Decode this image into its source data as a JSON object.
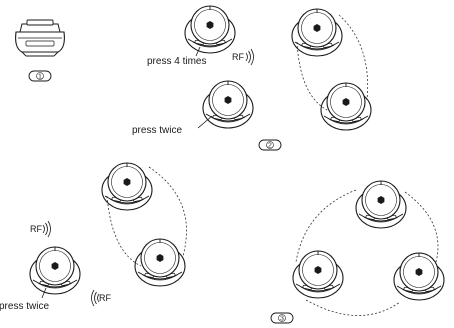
{
  "colors": {
    "stroke": "#1a1a1a",
    "paper": "#ffffff",
    "dash": "#333333"
  },
  "icons": [
    "sensor-device-icon",
    "wireless-signal-icon",
    "step-number-badge"
  ],
  "steps": [
    "1",
    "2",
    "3"
  ],
  "panel_top": {
    "press_4_label": "press 4 times",
    "press_twice_label": "press twice",
    "rf_label": "RF"
  },
  "panel_bottom_left": {
    "rf_top_label": "RF",
    "rf_bottom_label": "RF",
    "press_twice_label": "press twice"
  }
}
